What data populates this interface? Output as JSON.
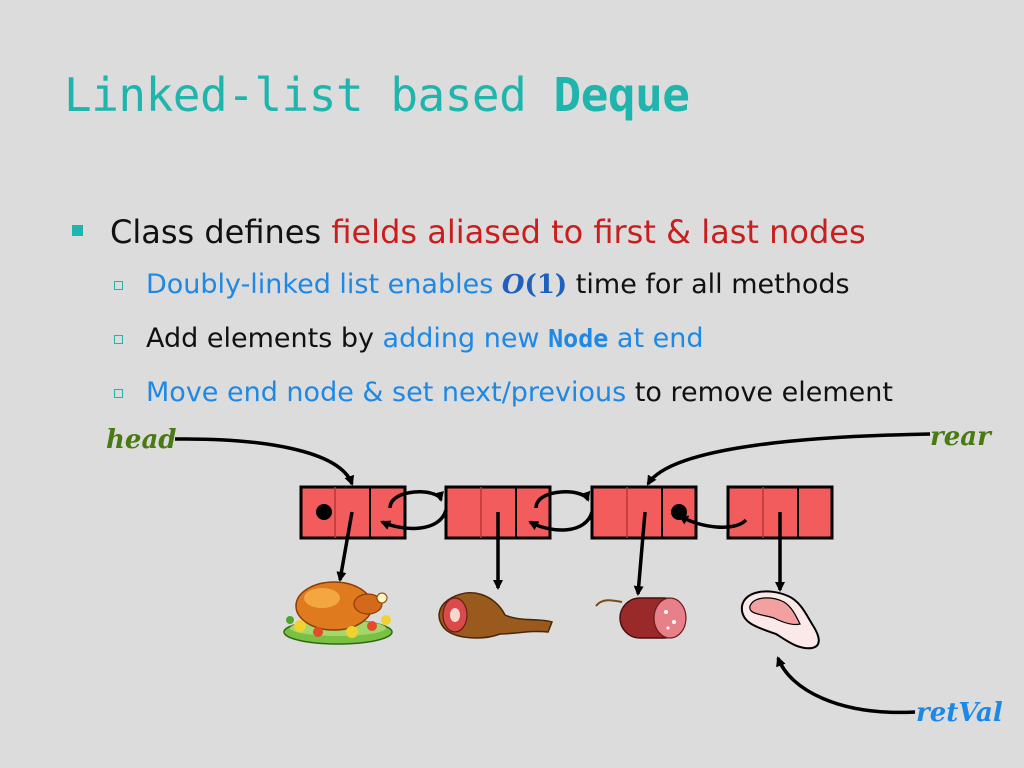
{
  "slide": {
    "title_plain": "Linked-list based ",
    "title_code": "Deque"
  },
  "bullets": {
    "main": {
      "prefix": "Class defines ",
      "highlight": "fields aliased to first & last nodes"
    },
    "sub1": {
      "highlight": "Doubly-linked list enables ",
      "math_var": "O",
      "math_open": "(",
      "math_num": "1",
      "math_close": ")",
      "rest": " time for all methods"
    },
    "sub2": {
      "prefix": "Add elements by ",
      "highlight_a": "adding new ",
      "code": "Node",
      "highlight_b": " at end"
    },
    "sub3": {
      "highlight": "Move end node & set next/previous",
      "rest": " to remove element"
    }
  },
  "diagram": {
    "labels": {
      "head": "head",
      "rear": "rear",
      "retval": "retVal"
    },
    "colors": {
      "node_fill": "#f25c5c",
      "label_green": "#4a7a14",
      "label_blue": "#1e88e5"
    },
    "nodes": [
      {
        "element_icon": "roast-turkey-icon"
      },
      {
        "element_icon": "ham-leg-icon"
      },
      {
        "element_icon": "sausage-icon"
      },
      {
        "element_icon": "steak-icon"
      }
    ]
  }
}
